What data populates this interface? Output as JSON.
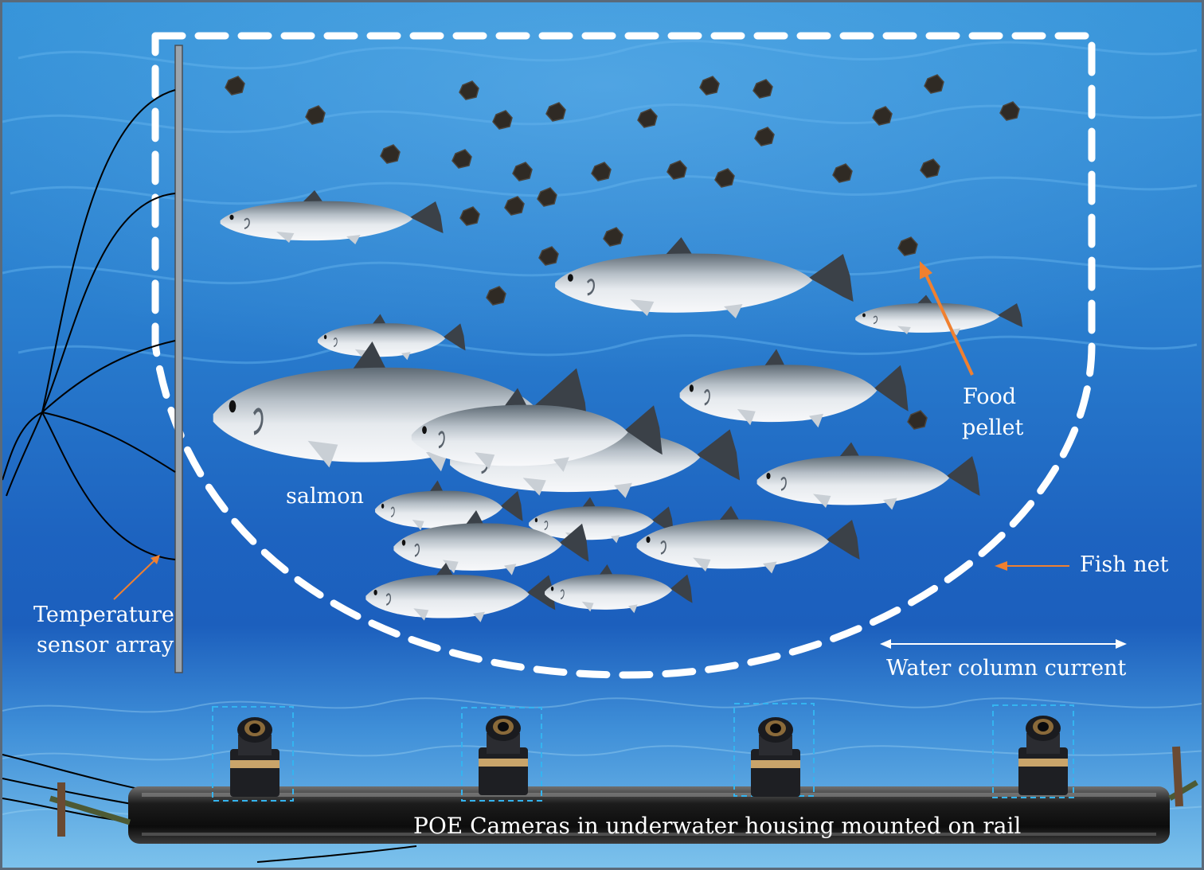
{
  "labels": {
    "salmon": "salmon",
    "food_pellet_line1": "Food",
    "food_pellet_line2": "pellet",
    "fish_net": "Fish net",
    "water_current": "Water column current",
    "temp_sensor_line1": "Temperature",
    "temp_sensor_line2": "sensor array",
    "camera_rail": "POE Cameras in underwater housing mounted on rail"
  },
  "colors": {
    "water_top": "#2f8fd6",
    "water_deep": "#1c5fbd",
    "water_bottom": "#7cc2ec",
    "net": "#ffffff",
    "arrow": "#f08030",
    "camera_box": "#34b4f0",
    "pellet": "#2f2a24"
  },
  "icons": [
    "salmon-icon",
    "food-pellet-icon",
    "poe-camera-icon",
    "rail-icon",
    "sensor-pole-icon",
    "arrow-icon"
  ]
}
